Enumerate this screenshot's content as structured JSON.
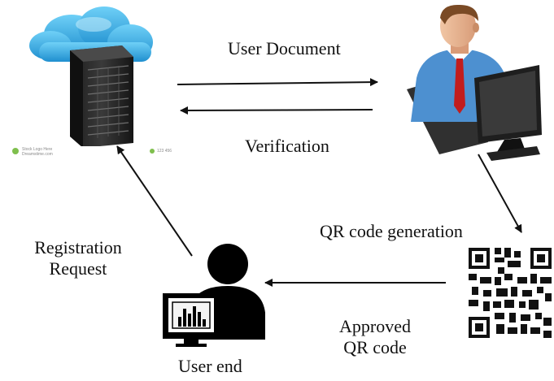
{
  "labels": {
    "user_document": "User Document",
    "verification": "Verification",
    "qr_generation": "QR code generation",
    "registration_line1": "Registration",
    "registration_line2": "Request",
    "approved_line1": "Approved",
    "approved_line2": "QR code",
    "user_end": "User end"
  },
  "icons": {
    "server": "cloud-server-icon",
    "admin": "admin-computer-icon",
    "qr": "qr-code-icon",
    "user": "user-computer-icon"
  },
  "stock_watermark": {
    "line1": "Stock Logo Here",
    "line2": "Dreamstime.com",
    "line3": "123 456"
  },
  "colors": {
    "cloud": "#3db2e6",
    "server": "#2b2b2b",
    "arrow": "#111111",
    "shirt": "#4d90d0",
    "tie": "#c21d1d"
  }
}
